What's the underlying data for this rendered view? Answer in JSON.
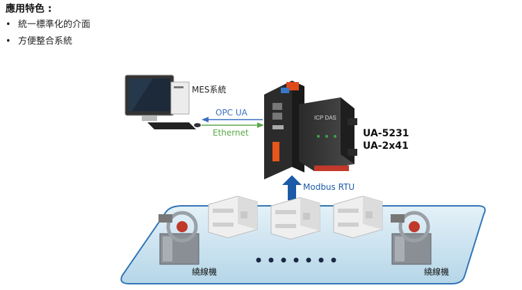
{
  "section": {
    "heading": "應用特色 :",
    "bullets": [
      "統一標準化的介面",
      "方便整合系統"
    ]
  },
  "diagram": {
    "mes_label": "MES系統",
    "opc_label": "OPC UA",
    "ethernet_label": "Ethernet",
    "model_1": "UA-5231",
    "model_2": "UA-2x41",
    "modbus_label": "Modbus RTU",
    "winder_label": "繞線機",
    "device_brand": "ICP DAS",
    "colors": {
      "opc_blue": "#3a6fc0",
      "ethernet_green": "#5aa84a",
      "arrow_blue": "#1c5aa8",
      "floor_fill": "#c9e2ef",
      "floor_edge": "#2f74b5"
    }
  }
}
